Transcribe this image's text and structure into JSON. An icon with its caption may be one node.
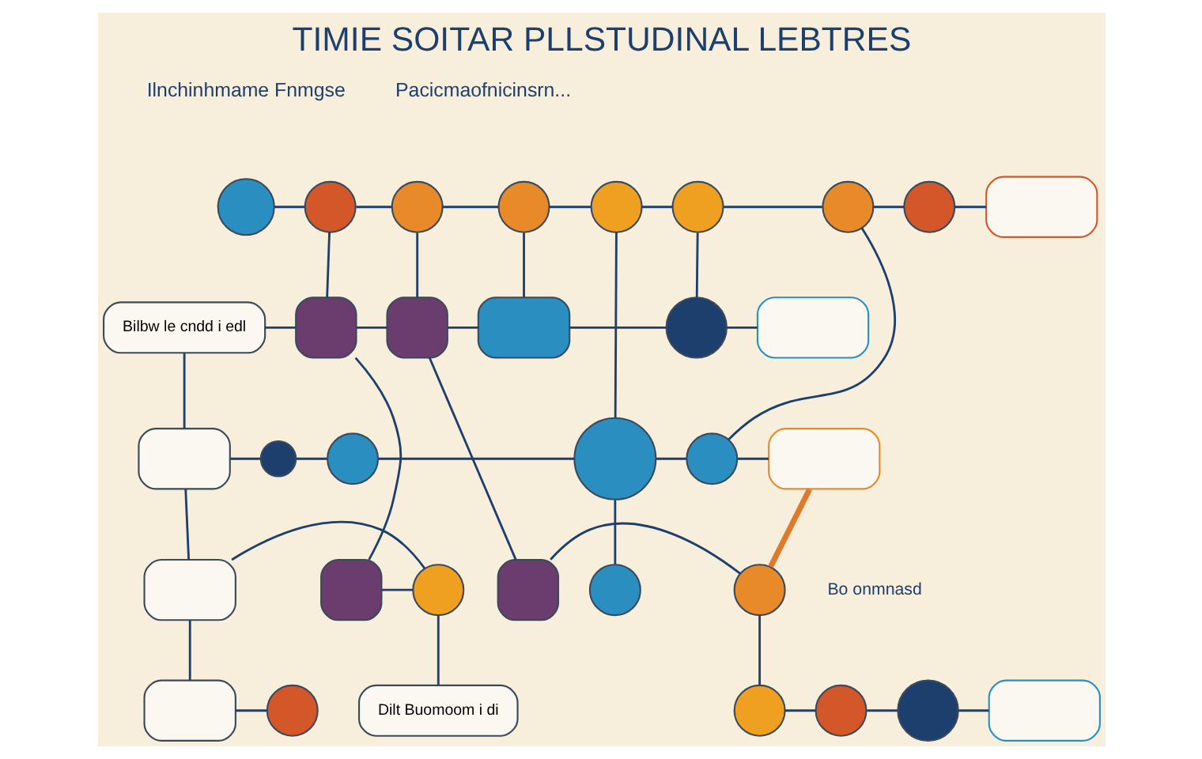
{
  "diagram": {
    "title": "TIMIE SOITAR PLLSTUDINAL LEBTRES",
    "nodes": [
      {
        "text": [],
        "shape": "circle"
      },
      {
        "text": [],
        "shape": "circle"
      },
      {
        "text": [],
        "shape": "circle"
      },
      {
        "text": [],
        "shape": "circle"
      },
      {
        "text": [],
        "shape": "circle"
      },
      {
        "text": [],
        "shape": "circle"
      },
      {
        "text": [],
        "shape": "circle"
      },
      {
        "text": [],
        "shape": "circle"
      },
      {
        "text": [],
        "shape": "box"
      },
      {
        "text": [
          "Bilbw le cndd i edl"
        ]
      },
      {
        "text": [],
        "shape": "box"
      },
      {
        "text": [],
        "shape": "box"
      },
      {
        "text": [],
        "shape": "box"
      },
      {
        "text": [],
        "shape": "circle"
      },
      {
        "text": [],
        "shape": "box"
      },
      {
        "text": [],
        "shape": "box"
      },
      {
        "text": [],
        "shape": "circle"
      },
      {
        "text": [],
        "shape": "circle"
      },
      {
        "text": [],
        "shape": "circle"
      },
      {
        "text": [],
        "shape": "circle"
      },
      {
        "text": [],
        "shape": "box"
      },
      {
        "text": [],
        "shape": "box"
      },
      {
        "text": [],
        "shape": "box"
      },
      {
        "text": [],
        "shape": "box"
      },
      {
        "text": [],
        "shape": "circle"
      },
      {
        "text": [],
        "shape": "circle"
      },
      {
        "text": [],
        "shape": "circle",
        "beside": [
          "Bo onmnasd"
        ]
      },
      {
        "text": [],
        "shape": "box"
      },
      {
        "text": [],
        "shape": "circle"
      },
      {
        "text": [
          "Dilt Buomoom i di"
        ]
      },
      {
        "text": [],
        "shape": "circle"
      },
      {
        "text": [],
        "shape": "circle"
      },
      {
        "text": [],
        "shape": "circle"
      },
      {
        "text": [],
        "shape": "box"
      }
    ],
    "edges": [
      {
        "from": 0,
        "to": 1,
        "arrow": "none"
      },
      {
        "from": 1,
        "to": 2,
        "arrow": "none"
      },
      {
        "from": 2,
        "to": 3,
        "arrow": "none"
      },
      {
        "from": 3,
        "to": 4,
        "arrow": "none"
      },
      {
        "from": 4,
        "to": 5,
        "arrow": "none"
      },
      {
        "from": 5,
        "to": 6,
        "arrow": "none"
      },
      {
        "from": 6,
        "to": 7,
        "arrow": "none"
      },
      {
        "from": 7,
        "to": 8,
        "arrow": "none"
      },
      {
        "from": 1,
        "to": 10,
        "arrow": "none"
      },
      {
        "from": 2,
        "to": 11,
        "arrow": "none"
      },
      {
        "from": 3,
        "to": 12,
        "arrow": "none"
      },
      {
        "from": 5,
        "to": 13,
        "arrow": "none"
      },
      {
        "from": 9,
        "to": 10,
        "arrow": "none"
      },
      {
        "from": 10,
        "to": 11,
        "arrow": "none"
      },
      {
        "from": 11,
        "to": 12,
        "arrow": "none"
      },
      {
        "from": 12,
        "to": 13,
        "arrow": "none"
      },
      {
        "from": 13,
        "to": 14,
        "arrow": "none"
      },
      {
        "from": 9,
        "to": 15,
        "arrow": "none"
      },
      {
        "from": 4,
        "to": 18,
        "arrow": "none"
      },
      {
        "from": 6,
        "to": 19,
        "arrow": "none"
      },
      {
        "from": 15,
        "to": 16,
        "arrow": "none"
      },
      {
        "from": 16,
        "to": 17,
        "arrow": "none"
      },
      {
        "from": 17,
        "to": 18,
        "arrow": "none"
      },
      {
        "from": 18,
        "to": 19,
        "arrow": "none"
      },
      {
        "from": 19,
        "to": 20,
        "arrow": "none"
      },
      {
        "from": 15,
        "to": 21,
        "arrow": "none"
      },
      {
        "from": 10,
        "to": 22,
        "arrow": "none"
      },
      {
        "from": 11,
        "to": 23,
        "arrow": "none"
      },
      {
        "from": 18,
        "to": 24,
        "arrow": "none"
      },
      {
        "from": 21,
        "to": 25,
        "arrow": "none"
      },
      {
        "from": 22,
        "to": 25,
        "arrow": "none"
      },
      {
        "from": 23,
        "to": 26,
        "arrow": "none"
      },
      {
        "from": 26,
        "to": 20,
        "arrow": "none",
        "color": "#e07a2a",
        "style": "thick"
      },
      {
        "from": 21,
        "to": 27,
        "arrow": "none"
      },
      {
        "from": 27,
        "to": 28,
        "arrow": "none"
      },
      {
        "from": 25,
        "to": 29,
        "arrow": "none"
      },
      {
        "from": 26,
        "to": 30,
        "arrow": "none"
      },
      {
        "from": 30,
        "to": 31,
        "arrow": "none"
      },
      {
        "from": 31,
        "to": 32,
        "arrow": "none"
      },
      {
        "from": 32,
        "to": 33,
        "arrow": "none"
      }
    ],
    "labels": [
      "Ilnchinhmame Fnmgse",
      "Pacicmaofnicinsrn..."
    ]
  }
}
